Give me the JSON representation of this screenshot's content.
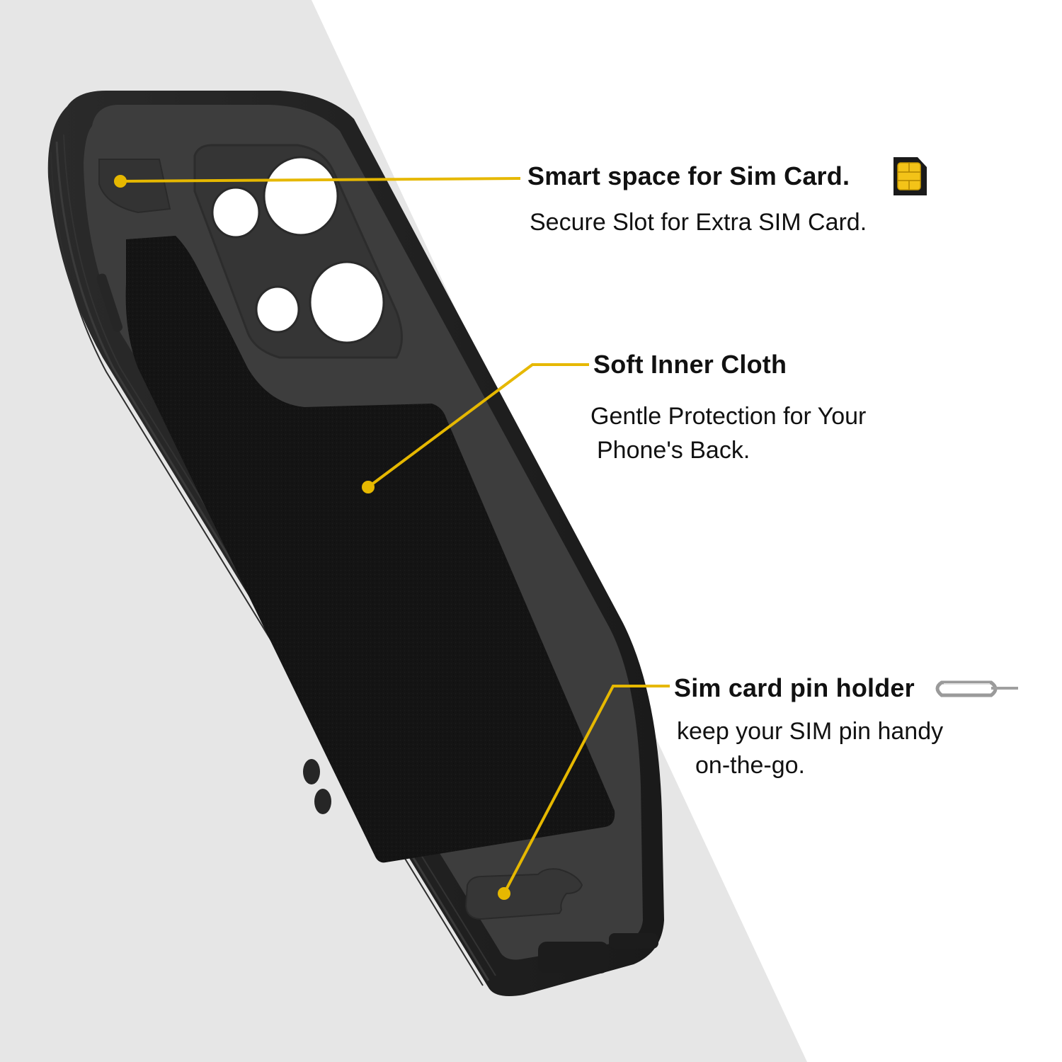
{
  "colors": {
    "background_left": "#e6e6e6",
    "background_right": "#ffffff",
    "case_outer": "#1f1f1f",
    "case_inner": "#3c3c3c",
    "cloth": "#121212",
    "callout_line": "#e6b800",
    "text": "#111111"
  },
  "callouts": [
    {
      "title": "Smart space for Sim Card.",
      "desc_lines": [
        "Secure Slot for Extra SIM Card."
      ],
      "icon": "sim-card-icon"
    },
    {
      "title": "Soft Inner Cloth",
      "desc_lines": [
        "Gentle Protection for Your",
        "Phone's Back."
      ],
      "icon": ""
    },
    {
      "title": "Sim card pin holder",
      "desc_lines": [
        "keep your SIM pin handy",
        "on-the-go."
      ],
      "icon": "sim-eject-pin-icon"
    }
  ]
}
